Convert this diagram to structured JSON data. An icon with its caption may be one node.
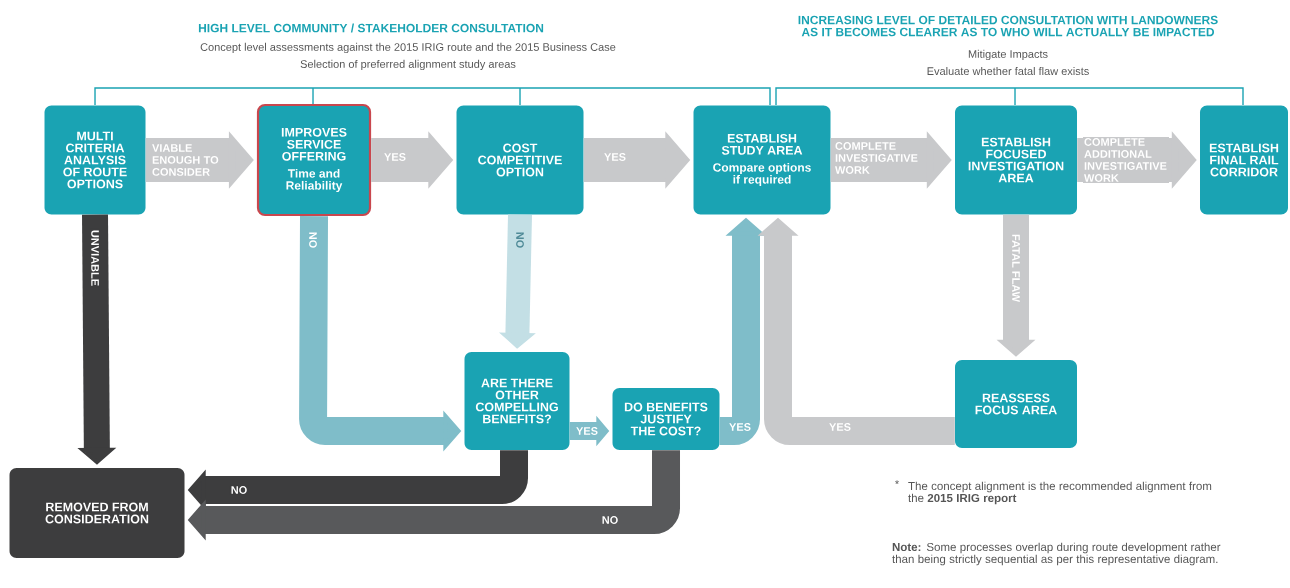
{
  "diagram": {
    "nodes": [
      {
        "text": [
          "MULTI CRITERIA ANALYSIS OF ROUTE OPTIONS"
        ]
      },
      {
        "text": [
          "IMPROVES SERVICE OFFERING",
          "Time and Reliability"
        ]
      },
      {
        "text": [
          "COST COMPETITIVE OPTION"
        ]
      },
      {
        "text": [
          "ESTABLISH STUDY AREA",
          "Compare options if required"
        ]
      },
      {
        "text": [
          "ESTABLISH FOCUSED INVESTIGATION AREA"
        ]
      },
      {
        "text": [
          "ESTABLISH FINAL RAIL CORRIDOR"
        ]
      },
      {
        "text": [
          "ARE THERE OTHER COMPELLING BENEFITS?"
        ]
      },
      {
        "text": [
          "DO BENEFITS JUSTIFY THE COST?"
        ]
      },
      {
        "text": [
          "REASSESS FOCUS AREA"
        ]
      },
      {
        "text": [
          "REMOVED FROM CONSIDERATION"
        ]
      }
    ],
    "edges": [
      {
        "from": 0,
        "to": 1,
        "arrow": "to",
        "label": "VIABLE ENOUGH TO CONSIDER"
      },
      {
        "from": 1,
        "to": 2,
        "arrow": "to",
        "label": "YES"
      },
      {
        "from": 2,
        "to": 3,
        "arrow": "to",
        "label": "YES"
      },
      {
        "from": 3,
        "to": 4,
        "arrow": "to",
        "label": "COMPLETE INVESTIGATIVE WORK"
      },
      {
        "from": 4,
        "to": 5,
        "arrow": "to",
        "label": "COMPLETE ADDITIONAL INVESTIGATIVE WORK"
      },
      {
        "from": 0,
        "to": 9,
        "arrow": "to",
        "label": "UNVIABLE",
        "color": "#3d3d3e"
      },
      {
        "from": 1,
        "to": 6,
        "arrow": "to",
        "label": "NO",
        "color": "#7fbdc9"
      },
      {
        "from": 2,
        "to": 6,
        "arrow": "to",
        "label": "NO",
        "color": "#c3dfe5"
      },
      {
        "from": 6,
        "to": 7,
        "arrow": "to",
        "label": "YES",
        "color": "#7fbdc9"
      },
      {
        "from": 7,
        "to": 3,
        "arrow": "to",
        "label": "YES",
        "color": "#7fbdc9"
      },
      {
        "from": 8,
        "to": 3,
        "arrow": "to",
        "label": "YES"
      },
      {
        "from": 4,
        "to": 8,
        "arrow": "to",
        "label": "FATAL FLAW"
      },
      {
        "from": 6,
        "to": 9,
        "arrow": "to",
        "label": "NO",
        "color": "#3d3d3e"
      },
      {
        "from": 7,
        "to": 9,
        "arrow": "to",
        "label": "NO",
        "color": "#58595b"
      }
    ],
    "labels": [
      "HIGH LEVEL COMMUNITY / STAKEHOLDER CONSULTATION",
      "Concept level assessments against the 2015 IRIG route and the 2015 Business Case",
      "Selection of preferred alignment study areas",
      "INCREASING LEVEL OF DETAILED CONSULTATION WITH LANDOWNERS AS IT BECOMES CLEARER AS TO WHO WILL ACTUALLY BE IMPACTED",
      "Mitigate Impacts",
      "Evaluate whether fatal flaw exists",
      "*",
      "The concept alignment is the recommended alignment from the **2015 IRIG report**",
      "**Note:** Some processes overlap during route development rather than being strictly sequential as per this representative diagram."
    ]
  }
}
